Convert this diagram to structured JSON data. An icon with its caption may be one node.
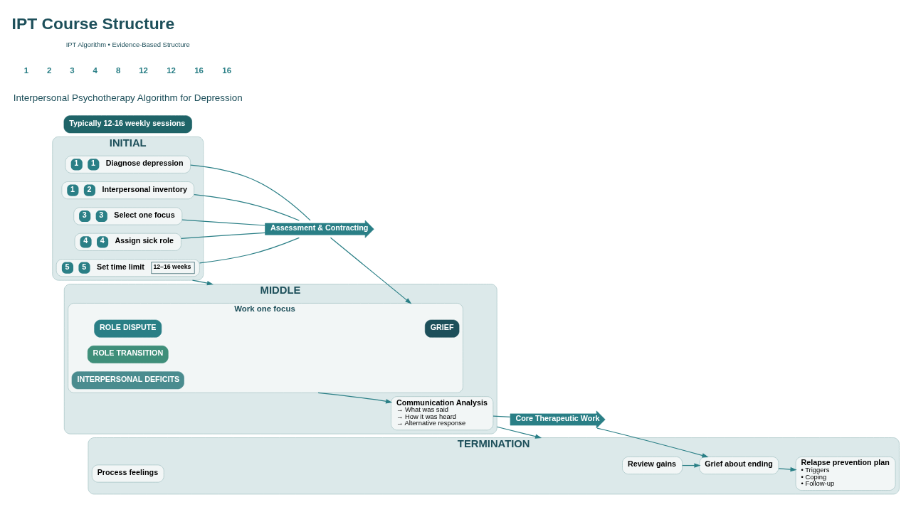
{
  "diagram": {
    "title": "IPT Course Structure",
    "nodes": [
      {
        "text": [
          "INITIAL"
        ]
      },
      {
        "text": [
          "1",
          "1",
          "Diagnose depression"
        ],
        "in": 0
      },
      {
        "text": [
          "1",
          "2",
          "Interpersonal inventory"
        ],
        "in": 0
      },
      {
        "text": [
          "3",
          "3",
          "Select one focus"
        ],
        "in": 0
      },
      {
        "text": [
          "4",
          "4",
          "Assign sick role"
        ],
        "in": 0
      },
      {
        "text": [
          "5",
          "5",
          "Set time limit",
          "12–16 weeks"
        ],
        "in": 0
      },
      {
        "text": [
          "Assessment & Contracting"
        ]
      },
      {
        "text": [
          "MIDDLE"
        ]
      },
      {
        "text": [
          "Work one focus"
        ],
        "in": 7
      },
      {
        "text": [
          "GRIEF"
        ],
        "in": 8
      },
      {
        "text": [
          "ROLE DISPUTE"
        ],
        "in": 8
      },
      {
        "text": [
          "ROLE TRANSITION"
        ],
        "in": 8
      },
      {
        "text": [
          "INTERPERSONAL DEFICITS"
        ],
        "in": 8
      },
      {
        "text": [
          "Communication Analysis",
          "→ What was said",
          "→ How it was heard",
          "→ Alternative response"
        ],
        "in": 7
      },
      {
        "text": [
          "Core Therapeutic Work"
        ]
      },
      {
        "text": [
          "TERMINATION"
        ]
      },
      {
        "text": [
          "Review gains"
        ],
        "in": 15
      },
      {
        "text": [
          "Grief about ending"
        ],
        "in": 15
      },
      {
        "text": [
          "Process feelings"
        ],
        "in": 15
      },
      {
        "text": [
          "Relapse prevention plan",
          "• Triggers",
          "• Coping",
          "• Follow-up"
        ],
        "in": 15
      },
      {
        "text": [
          "Typically 12-16 weekly sessions"
        ]
      }
    ],
    "edges": [
      {
        "from": 0,
        "to": 7,
        "arrow": "to"
      },
      {
        "from": 7,
        "to": 15,
        "arrow": "to"
      },
      {
        "from": 1,
        "to": 6,
        "arrow": "none"
      },
      {
        "from": 2,
        "to": 6,
        "arrow": "none"
      },
      {
        "from": 3,
        "to": 6,
        "arrow": "none"
      },
      {
        "from": 4,
        "to": 6,
        "arrow": "none"
      },
      {
        "from": 5,
        "to": 6,
        "arrow": "none"
      },
      {
        "from": 6,
        "to": 8,
        "arrow": "to"
      },
      {
        "from": 8,
        "to": 13,
        "arrow": "to"
      },
      {
        "from": 13,
        "to": 14,
        "arrow": "none"
      },
      {
        "from": 14,
        "to": 17,
        "arrow": "to"
      },
      {
        "from": 16,
        "to": 17,
        "arrow": "to"
      },
      {
        "from": 17,
        "to": 19,
        "arrow": "to"
      }
    ],
    "labels": [
      "Interpersonal Psychotherapy Algorithm for Depression",
      "1",
      "2",
      "3",
      "4",
      "8",
      "12",
      "12",
      "16",
      "16",
      "IPT Algorithm • Evidence-Based Structure"
    ]
  }
}
